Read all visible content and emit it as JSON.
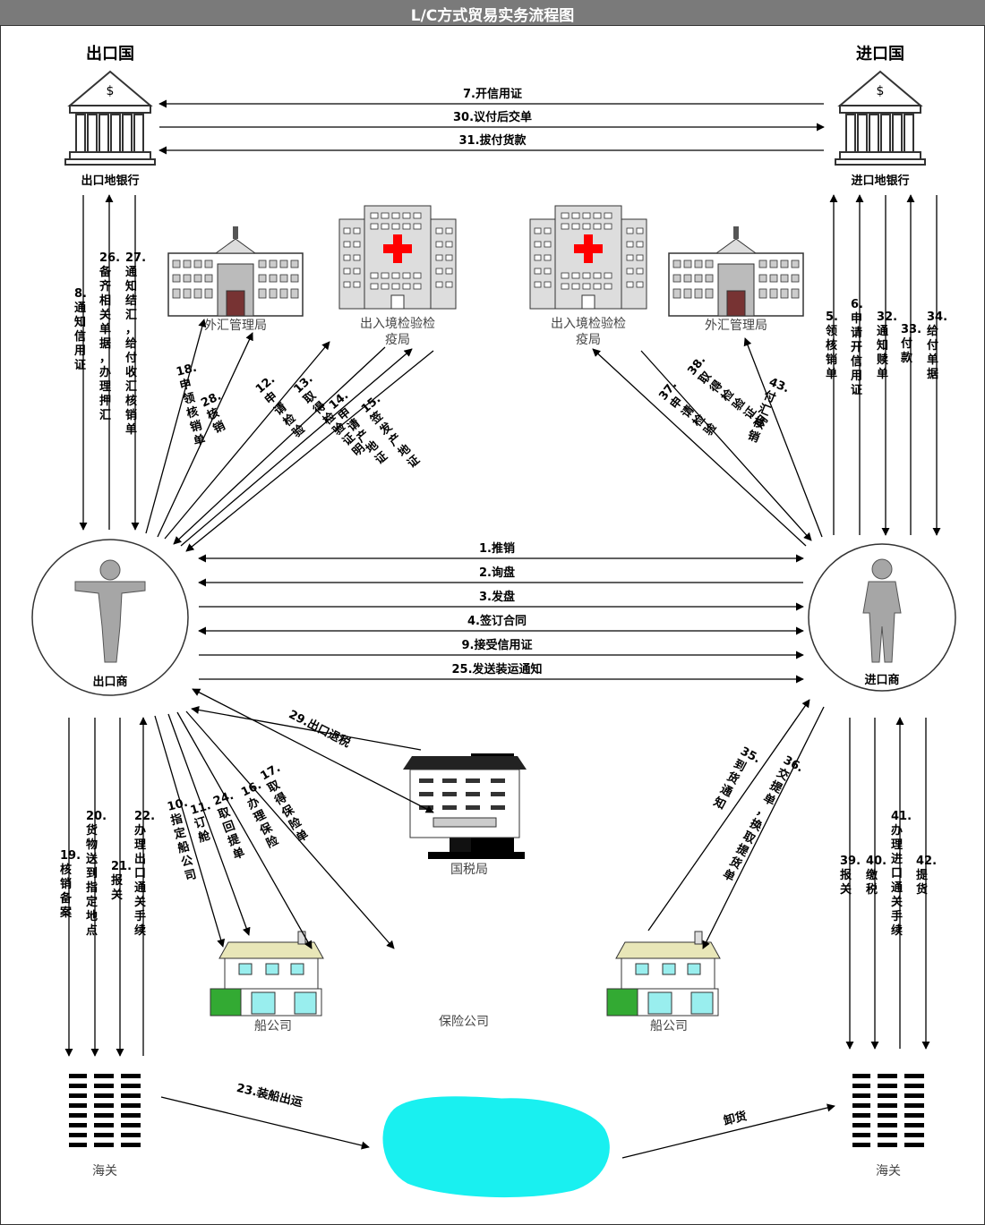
{
  "title": "L/C方式贸易实务流程图",
  "countries": {
    "export": "出口国",
    "import": "进口国"
  },
  "nodes": {
    "export_bank": "出口地银行",
    "import_bank": "进口地银行",
    "bank_symbol": "$",
    "exporter": "出口商",
    "importer": "进口商",
    "forex_left": "外汇管理局",
    "forex_right": "外汇管理局",
    "inspect_left_1": "出入境检验检",
    "inspect_left_2": "疫局",
    "inspect_right_1": "出入境检验检",
    "inspect_right_2": "疫局",
    "tax": "国税局",
    "ship_left": "船公司",
    "ship_right": "船公司",
    "insurance": "保险公司",
    "customs_left": "海关",
    "customs_right": "海关"
  },
  "steps": {
    "s7": "7.开信用证",
    "s30": "30.议付后交单",
    "s31": "31.拔付货款",
    "s1": "1.推销",
    "s2": "2.询盘",
    "s3": "3.发盘",
    "s4": "4.签订合同",
    "s9": "9.接受信用证",
    "s25": "25.发送装运通知",
    "s23": "23.装船出运",
    "unload": "卸货",
    "s29": "29.出口退税",
    "s8": "8.通知信用证",
    "s26": "26.备齐相关单据，办理押汇",
    "s27": "27.通知结汇，给付收汇核销单",
    "s5": "5.领核销单",
    "s6": "6.申请开信用证",
    "s32": "32.通知赎单",
    "s33": "33.付款",
    "s34": "34.给付单据",
    "s18": "18.申领核销单",
    "s28": "28.核销",
    "s12": "12.申请检验",
    "s13": "13.取得检验证明",
    "s14": "14.申请产地证",
    "s15": "15.签发产地证",
    "s38": "38.取得检验证明",
    "s37": "37.申请检验",
    "s43": "43.付汇核销",
    "s19": "19.核销备案",
    "s20": "20.货物送到指定地点",
    "s21": "21.报关",
    "s22": "22.办理出口通关手续",
    "s10": "10.指定船公司",
    "s11": "11.订舱",
    "s24": "24.取回提单",
    "s16": "16.办理保险",
    "s17": "17.取得保险单",
    "s35": "35.到货通知",
    "s36": "36.交提单，换取提货单",
    "s39": "39.报关",
    "s40": "40.缴税",
    "s41": "41.办理进口通关手续",
    "s42": "42.提货"
  },
  "colors": {
    "title_bar": "#7a7a7a",
    "water": "#19f0f0",
    "red_cross": "#ff0000",
    "person": "#a6a6a6"
  }
}
